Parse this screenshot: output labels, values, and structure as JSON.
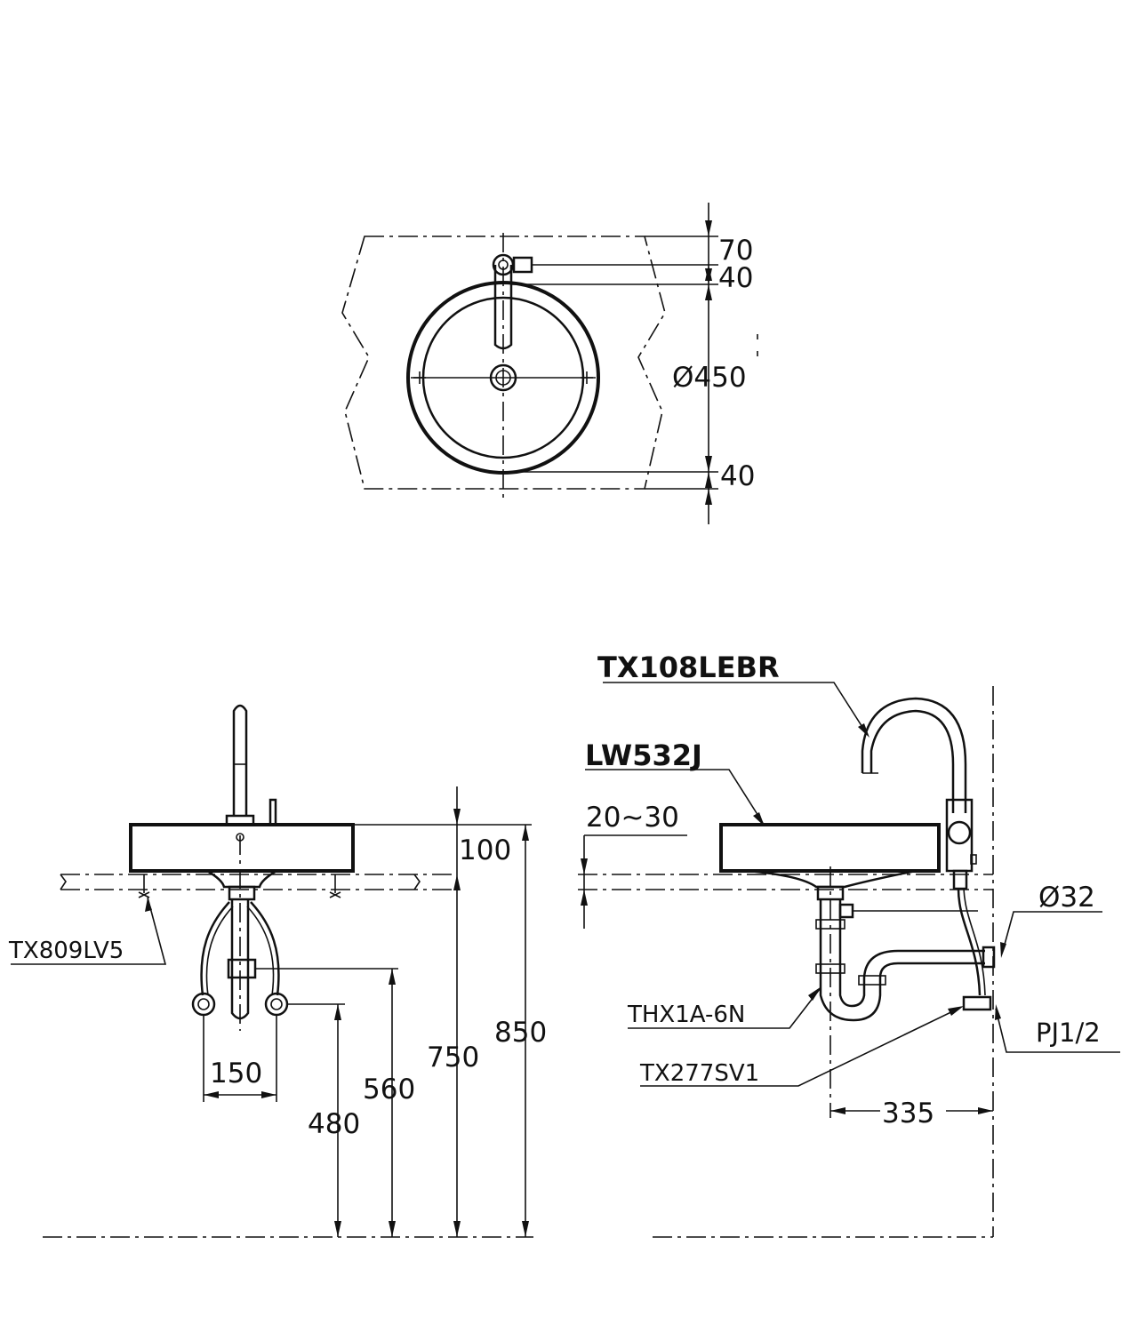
{
  "top_view": {
    "dims": {
      "d70": "70",
      "d40_top": "40",
      "diameter": "Ø450",
      "d40_bottom": "40"
    }
  },
  "front_view": {
    "dims": {
      "d100": "100",
      "d150": "150",
      "d480": "480",
      "d560": "560",
      "d750": "750",
      "d850": "850"
    },
    "labels": {
      "bracket": "TX809LV5"
    }
  },
  "side_view": {
    "dims": {
      "counter": "20~30",
      "d335": "335",
      "pipe_diameter": "Ø32"
    },
    "labels": {
      "faucet": "TX108LEBR",
      "basin": "LW532J",
      "trap": "THX1A-6N",
      "valve": "TX277SV1",
      "thread": "PJ1/2"
    }
  }
}
